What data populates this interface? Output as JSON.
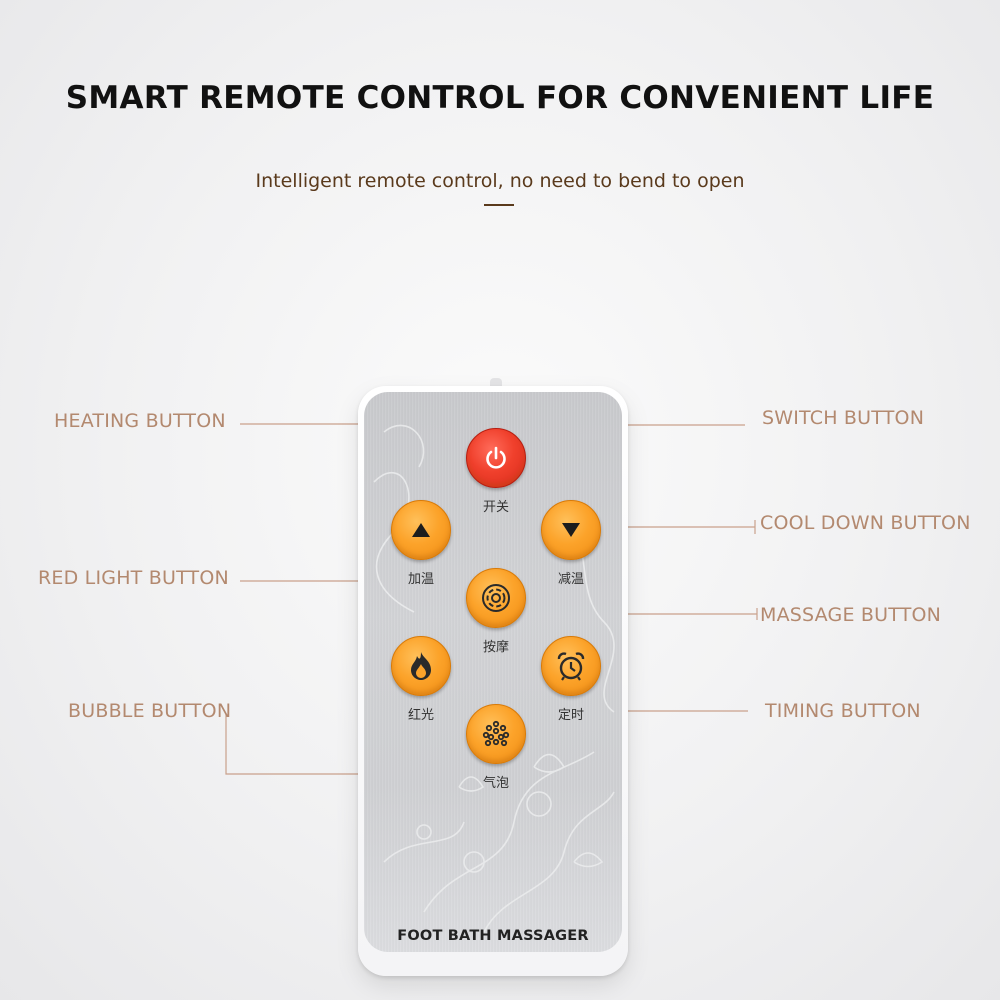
{
  "header": {
    "title": "SMART REMOTE CONTROL FOR CONVENIENT LIFE",
    "subtitle": "Intelligent remote control, no need to bend to open"
  },
  "callouts": {
    "heating": "HEATING BUTTON",
    "switch": "SWITCH BUTTON",
    "cool_down": "COOL DOWN BUTTON",
    "red_light": "RED LIGHT BUTTON",
    "massage": "MASSAGE BUTTON",
    "bubble": "BUBBLE BUTTON",
    "timing": "TIMING BUTTON"
  },
  "remote": {
    "brand_text": "FOOT BATH MASSAGER",
    "buttons": {
      "power": {
        "label": "开关",
        "icon": "power-icon"
      },
      "heat_up": {
        "label": "加温",
        "icon": "triangle-up-icon"
      },
      "cool_down": {
        "label": "减温",
        "icon": "triangle-down-icon"
      },
      "massage": {
        "label": "按摩",
        "icon": "massage-icon"
      },
      "red_light": {
        "label": "红光",
        "icon": "flame-icon"
      },
      "timer": {
        "label": "定时",
        "icon": "alarm-clock-icon"
      },
      "bubble": {
        "label": "气泡",
        "icon": "bubbles-icon"
      }
    }
  },
  "colors": {
    "callout_text": "#b3896f",
    "leader_line": "#c9a18c",
    "orange_button": "#fca32a",
    "power_button": "#e8352a"
  }
}
